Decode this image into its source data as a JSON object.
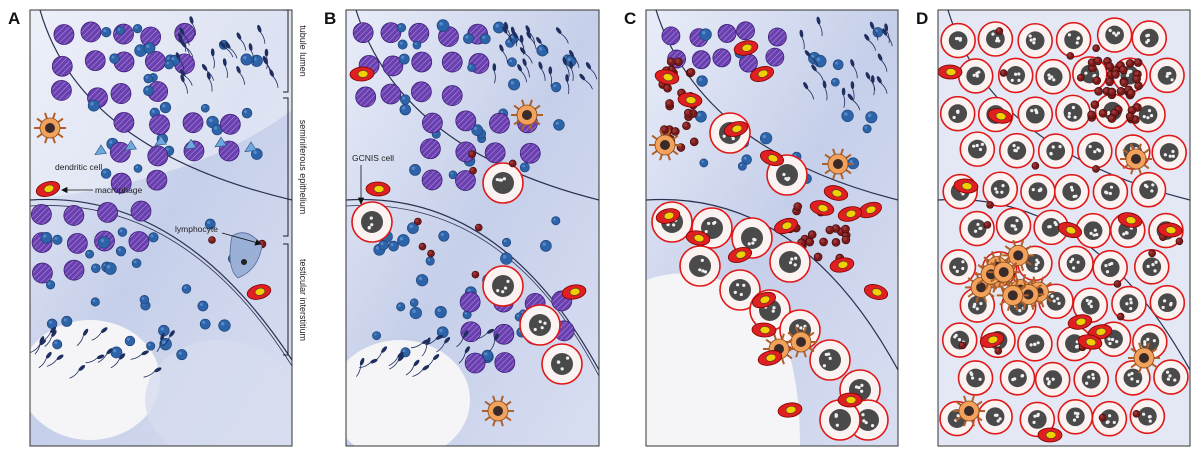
{
  "panels": [
    {
      "id": "A",
      "letter": "A"
    },
    {
      "id": "B",
      "letter": "B"
    },
    {
      "id": "C",
      "letter": "C"
    },
    {
      "id": "D",
      "letter": "D"
    }
  ],
  "labels": {
    "tubule_lumen": "tubule lumen",
    "seminiferous_epithelium": "seminiferous epithelium",
    "testicular_interstitium": "testicular interstitium",
    "dendritic_cell": "dendritic cell",
    "macrophage": "macrophage",
    "lymphocyte": "lymphocyte",
    "gcnis_cell": "GCNIS cell"
  },
  "colors": {
    "panel_border": "#333333",
    "background_gradient": "#b8c2e3",
    "spermatogonia": "#2d63a8",
    "spermatocyte": "#6a3fb0",
    "sertoli_cytoplasm": "#9ab0d6",
    "macrophage": "#e02020",
    "macrophage_nucleus": "#f0d000",
    "dendritic_cell": "#f2a25a",
    "lymphocyte": "#7a1a1a",
    "gcnis_ring": "#e01818",
    "gcnis_nucleus": "#4a4a4a",
    "sperm": "#1e2e5e"
  }
}
